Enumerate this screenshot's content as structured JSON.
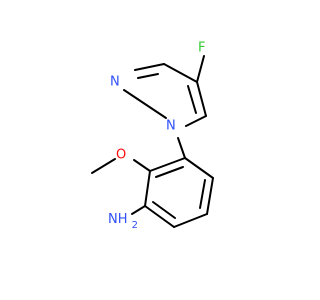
{
  "structure": {
    "atoms": {
      "F": "F",
      "N_ring_1": "N",
      "N_ring_2": "N",
      "O": "O",
      "NH2": "NH",
      "NH2_sub": "2"
    },
    "colors": {
      "bond": "#000000",
      "fluorine": "#33cc33",
      "nitrogen": "#3050f8",
      "oxygen": "#ff0d0d"
    }
  }
}
